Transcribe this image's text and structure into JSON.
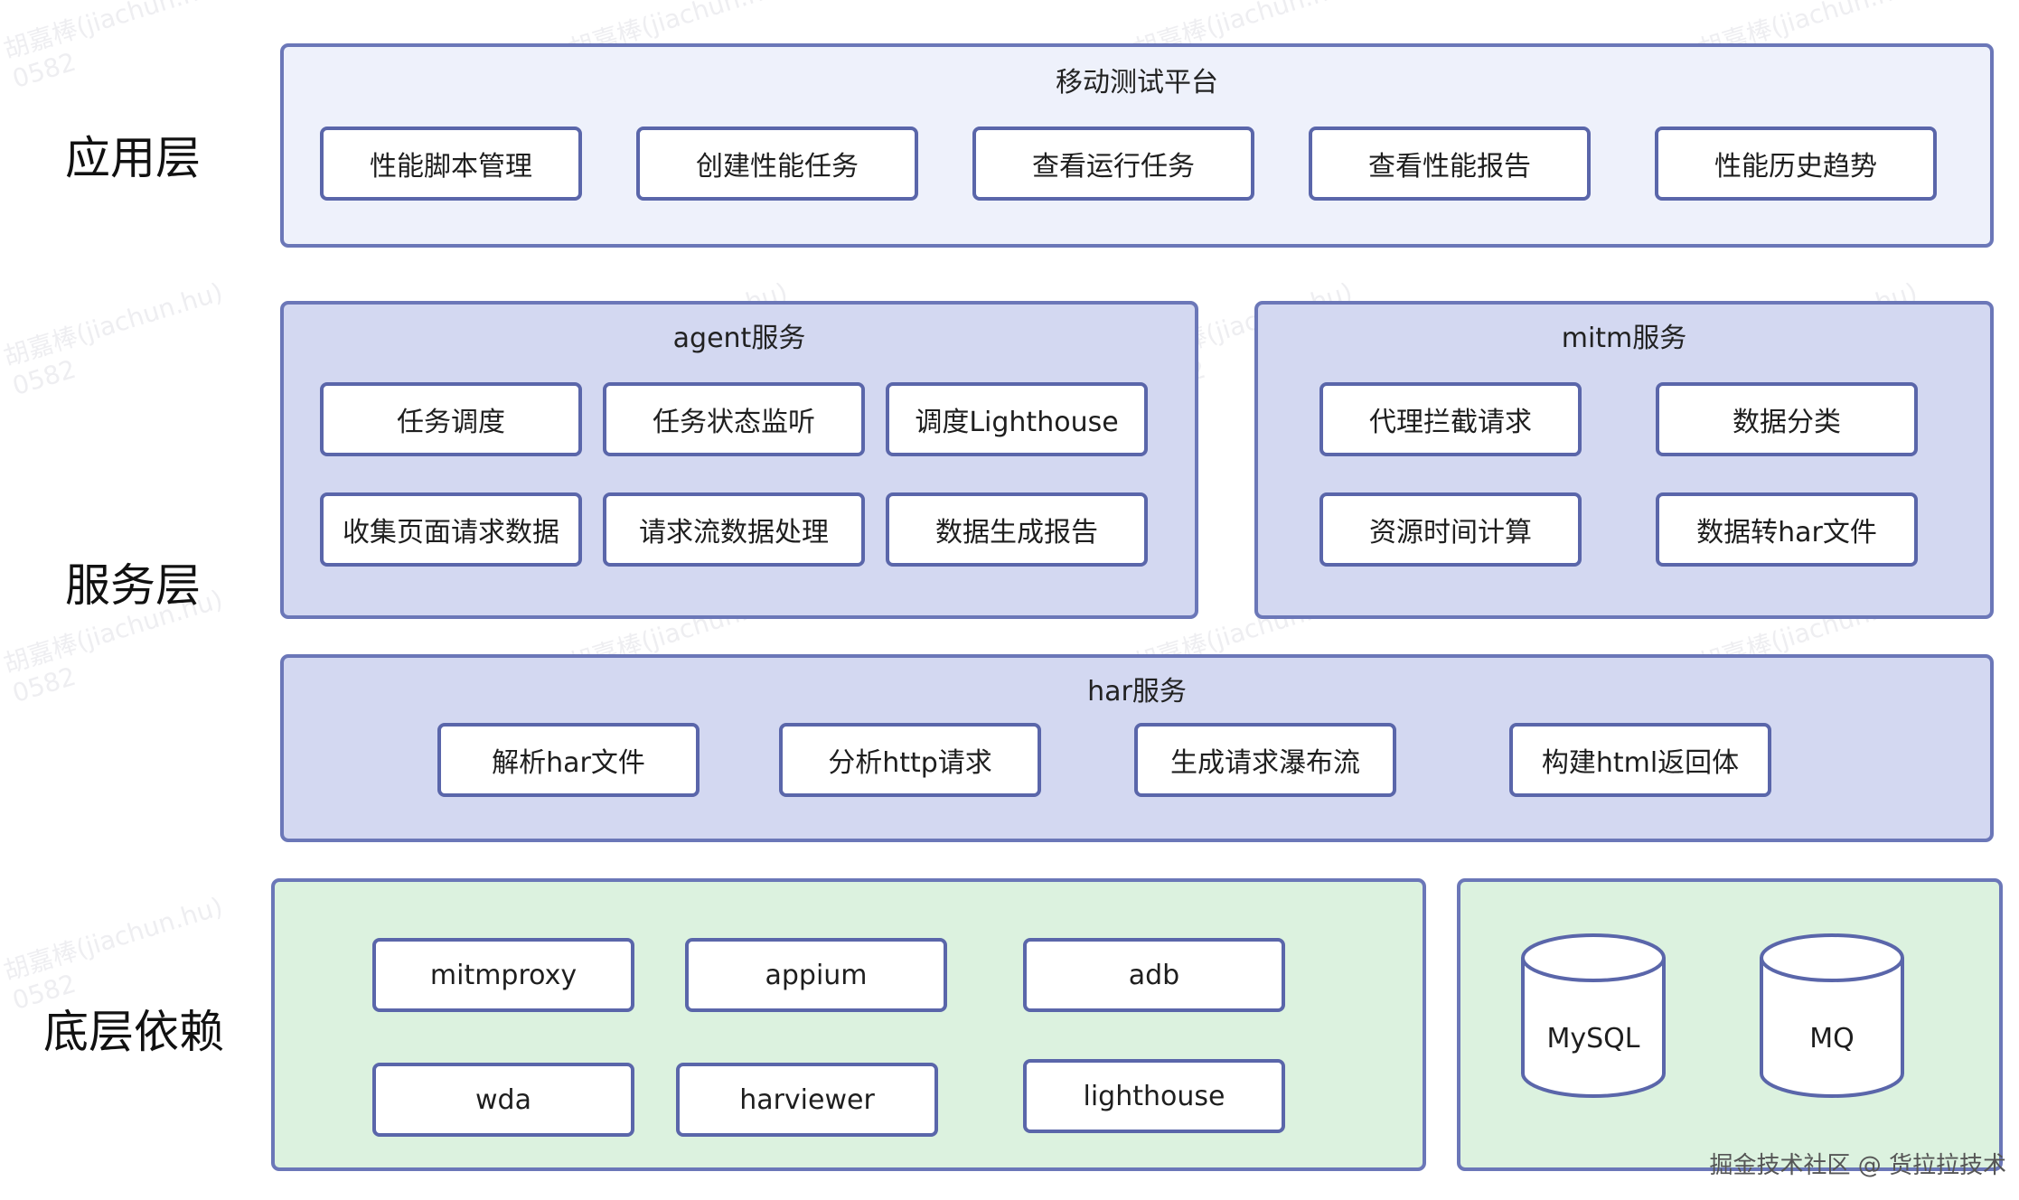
{
  "layers": {
    "app": "应用层",
    "service": "服务层",
    "dependency": "底层依赖"
  },
  "app_panel": {
    "title": "移动测试平台",
    "items": [
      "性能脚本管理",
      "创建性能任务",
      "查看运行任务",
      "查看性能报告",
      "性能历史趋势"
    ]
  },
  "agent_panel": {
    "title": "agent服务",
    "items": [
      "任务调度",
      "任务状态监听",
      "调度Lighthouse",
      "收集页面请求数据",
      "请求流数据处理",
      "数据生成报告"
    ]
  },
  "mitm_panel": {
    "title": "mitm服务",
    "items": [
      "代理拦截请求",
      "数据分类",
      "资源时间计算",
      "数据转har文件"
    ]
  },
  "har_panel": {
    "title": "har服务",
    "items": [
      "解析har文件",
      "分析http请求",
      "生成请求瀑布流",
      "构建html返回体"
    ]
  },
  "deps_panel": {
    "items": [
      "mitmproxy",
      "appium",
      "adb",
      "wda",
      "harviewer",
      "lighthouse"
    ]
  },
  "storage_panel": {
    "items": [
      "MySQL",
      "MQ"
    ]
  },
  "watermark": {
    "name": "胡嘉棒(jiachun.hu)",
    "number": "0582"
  },
  "credit": "掘金技术社区 @ 货拉拉技术",
  "colors": {
    "app_fill": "#eef1fb",
    "service_fill": "#d3d8f1",
    "dependency_fill": "#dcf2df",
    "border": "#5a66aa"
  }
}
